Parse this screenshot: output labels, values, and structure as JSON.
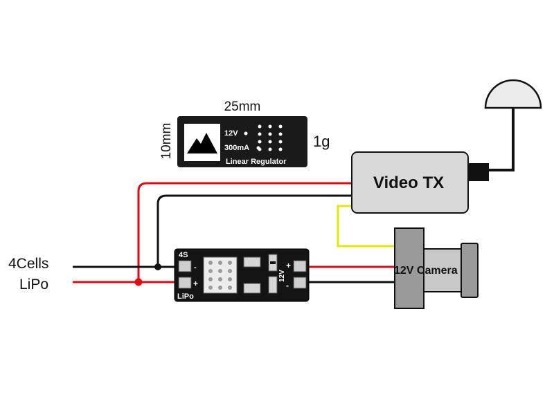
{
  "regulator_preview": {
    "width_label": "25mm",
    "height_label": "10mm",
    "weight_label": "1g",
    "voltage": "12V",
    "current": "300mA",
    "name": "Linear Regulator"
  },
  "video_tx": {
    "label": "Video TX"
  },
  "camera": {
    "label": "12V Camera"
  },
  "battery": {
    "line1": "4Cells",
    "line2": "LiPo"
  },
  "board": {
    "input_label_top": "4S",
    "input_label_bottom": "LiPo",
    "minus": "-",
    "plus": "+",
    "output_label": "12V"
  },
  "colors": {
    "red_wire": "#e30613",
    "black_wire": "#111111",
    "yellow_wire": "#e8e600",
    "board": "#141414",
    "box": "#d9d9d9"
  }
}
